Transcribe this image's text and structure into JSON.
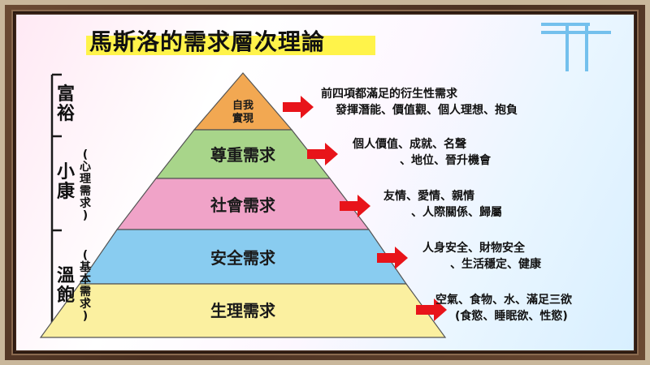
{
  "title": "馬斯洛的需求層次理論",
  "colors": {
    "self_actualization": "#f2a852",
    "esteem": "#a8d58a",
    "social": "#f0a3c8",
    "safety": "#89ccf0",
    "physiological": "#fbf0a0",
    "arrow": "#e8141a",
    "title_highlight": "#fff34a"
  },
  "pyramid": [
    {
      "label_line1": "自我",
      "label_line2": "實現"
    },
    {
      "label": "尊重需求"
    },
    {
      "label": "社會需求"
    },
    {
      "label": "安全需求"
    },
    {
      "label": "生理需求"
    }
  ],
  "notes": [
    {
      "line1": "前四項都滿足的衍生性需求",
      "line2": "發揮潛能、價值觀、個人理想、抱負"
    },
    {
      "line1": "個人價值、成就、名聲",
      "line2": "、地位、晉升機會"
    },
    {
      "line1": "友情、愛情、親情",
      "line2": "、人際關係、歸屬"
    },
    {
      "line1": "人身安全、財物安全",
      "line2": "、生活穩定、健康"
    },
    {
      "line1": "空氣、食物、水、滿足三欲",
      "line2": "(食慾、睡眠欲、性慾)"
    }
  ],
  "side": {
    "rich": [
      "富",
      "裕"
    ],
    "comfortable": [
      "小",
      "康"
    ],
    "comfortable_sub": [
      "(",
      "心",
      "理",
      "需",
      "求",
      ")"
    ],
    "fed": [
      "溫",
      "飽"
    ],
    "fed_sub": [
      "(",
      "基",
      "本",
      "需",
      "求",
      ")"
    ]
  }
}
